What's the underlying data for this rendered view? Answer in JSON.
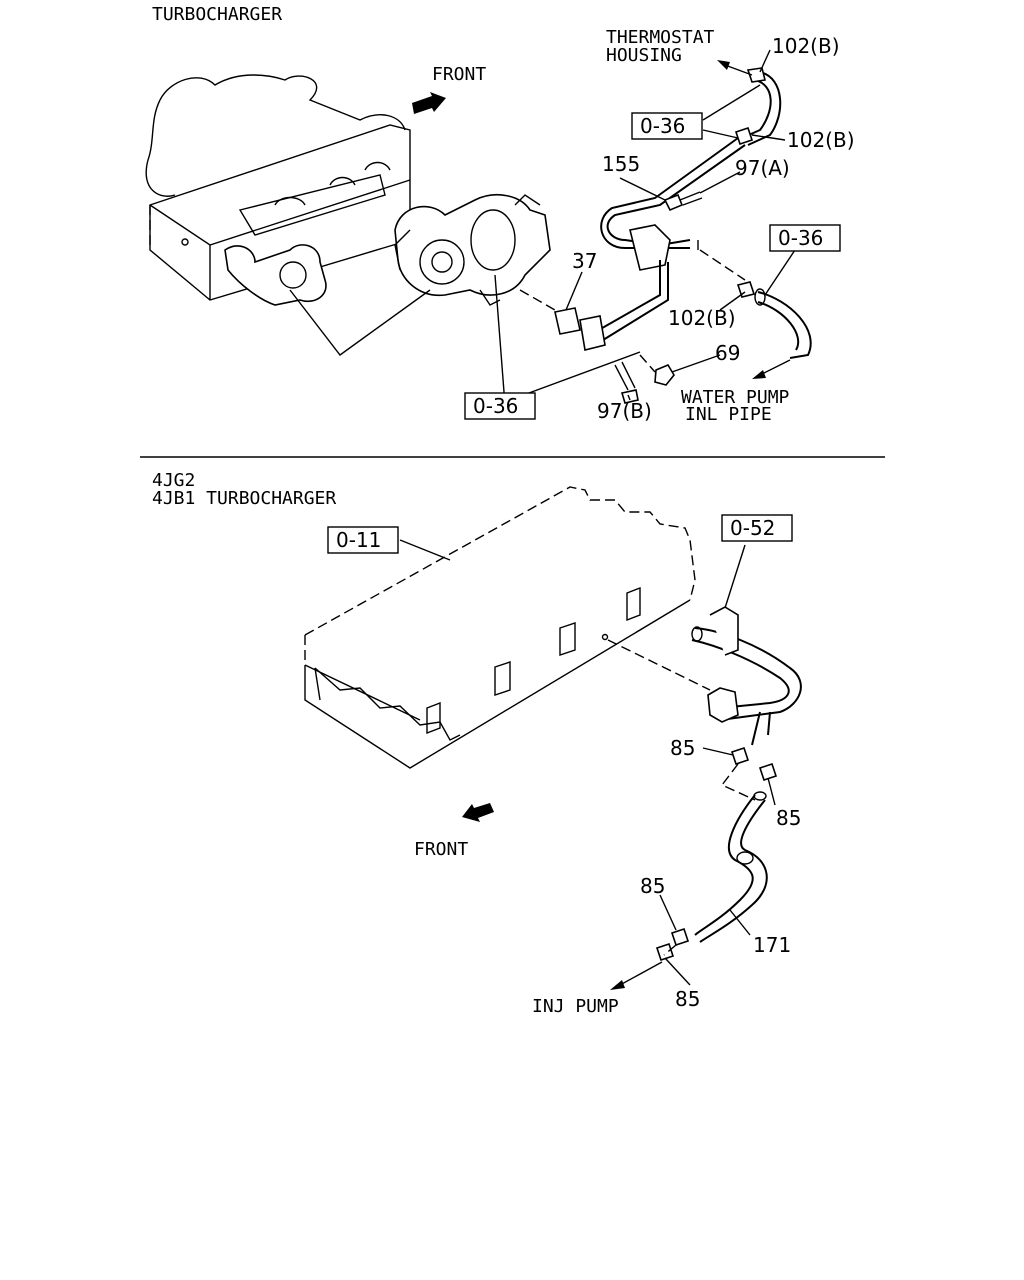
{
  "top": {
    "title": "TURBOCHARGER",
    "front": "FRONT",
    "thermostat_line1": "THERMOSTAT",
    "thermostat_line2": "HOUSING",
    "water_pump_line1": "WATER PUMP",
    "water_pump_line2": "INL PIPE",
    "ref_boxes": [
      "0-36",
      "0-36",
      "0-36"
    ],
    "callouts": {
      "p102_top": "102(B)",
      "p102_mid": "102(B)",
      "p102_low": "102(B)",
      "p155": "155",
      "p97a": "97(A)",
      "p37": "37",
      "p69": "69",
      "p97b": "97(B)"
    }
  },
  "bottom": {
    "title_line1": "4JG2",
    "title_line2": "4JB1 TURBOCHARGER",
    "front": "FRONT",
    "inj_pump": "INJ PUMP",
    "ref_boxes": [
      "0-11",
      "0-52"
    ],
    "callouts": {
      "p85_a": "85",
      "p85_b": "85",
      "p85_c": "85",
      "p85_d": "85",
      "p171": "171"
    }
  }
}
